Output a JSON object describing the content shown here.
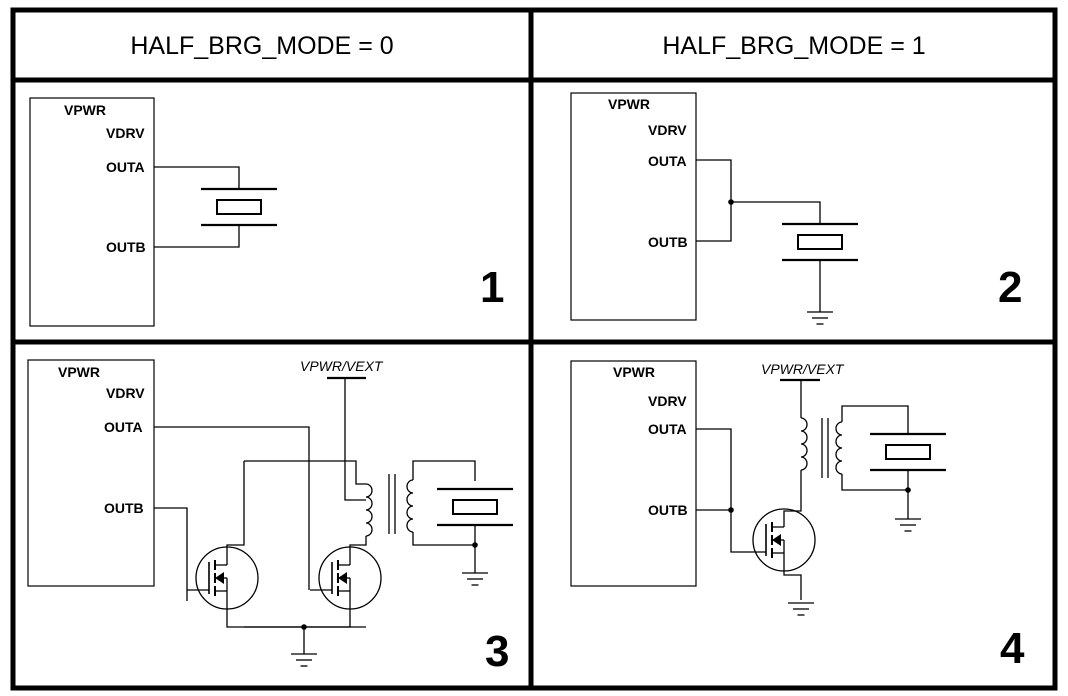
{
  "headers": {
    "mode0": "HALF_BRG_MODE = 0",
    "mode1": "HALF_BRG_MODE = 1"
  },
  "pins": {
    "vpwr": "VPWR",
    "vdrv": "VDRV",
    "outa": "OUTA",
    "outb": "OUTB"
  },
  "supply_label": "VPWR/VEXT",
  "panel_numbers": {
    "p1": "1",
    "p2": "2",
    "p3": "3",
    "p4": "4"
  }
}
